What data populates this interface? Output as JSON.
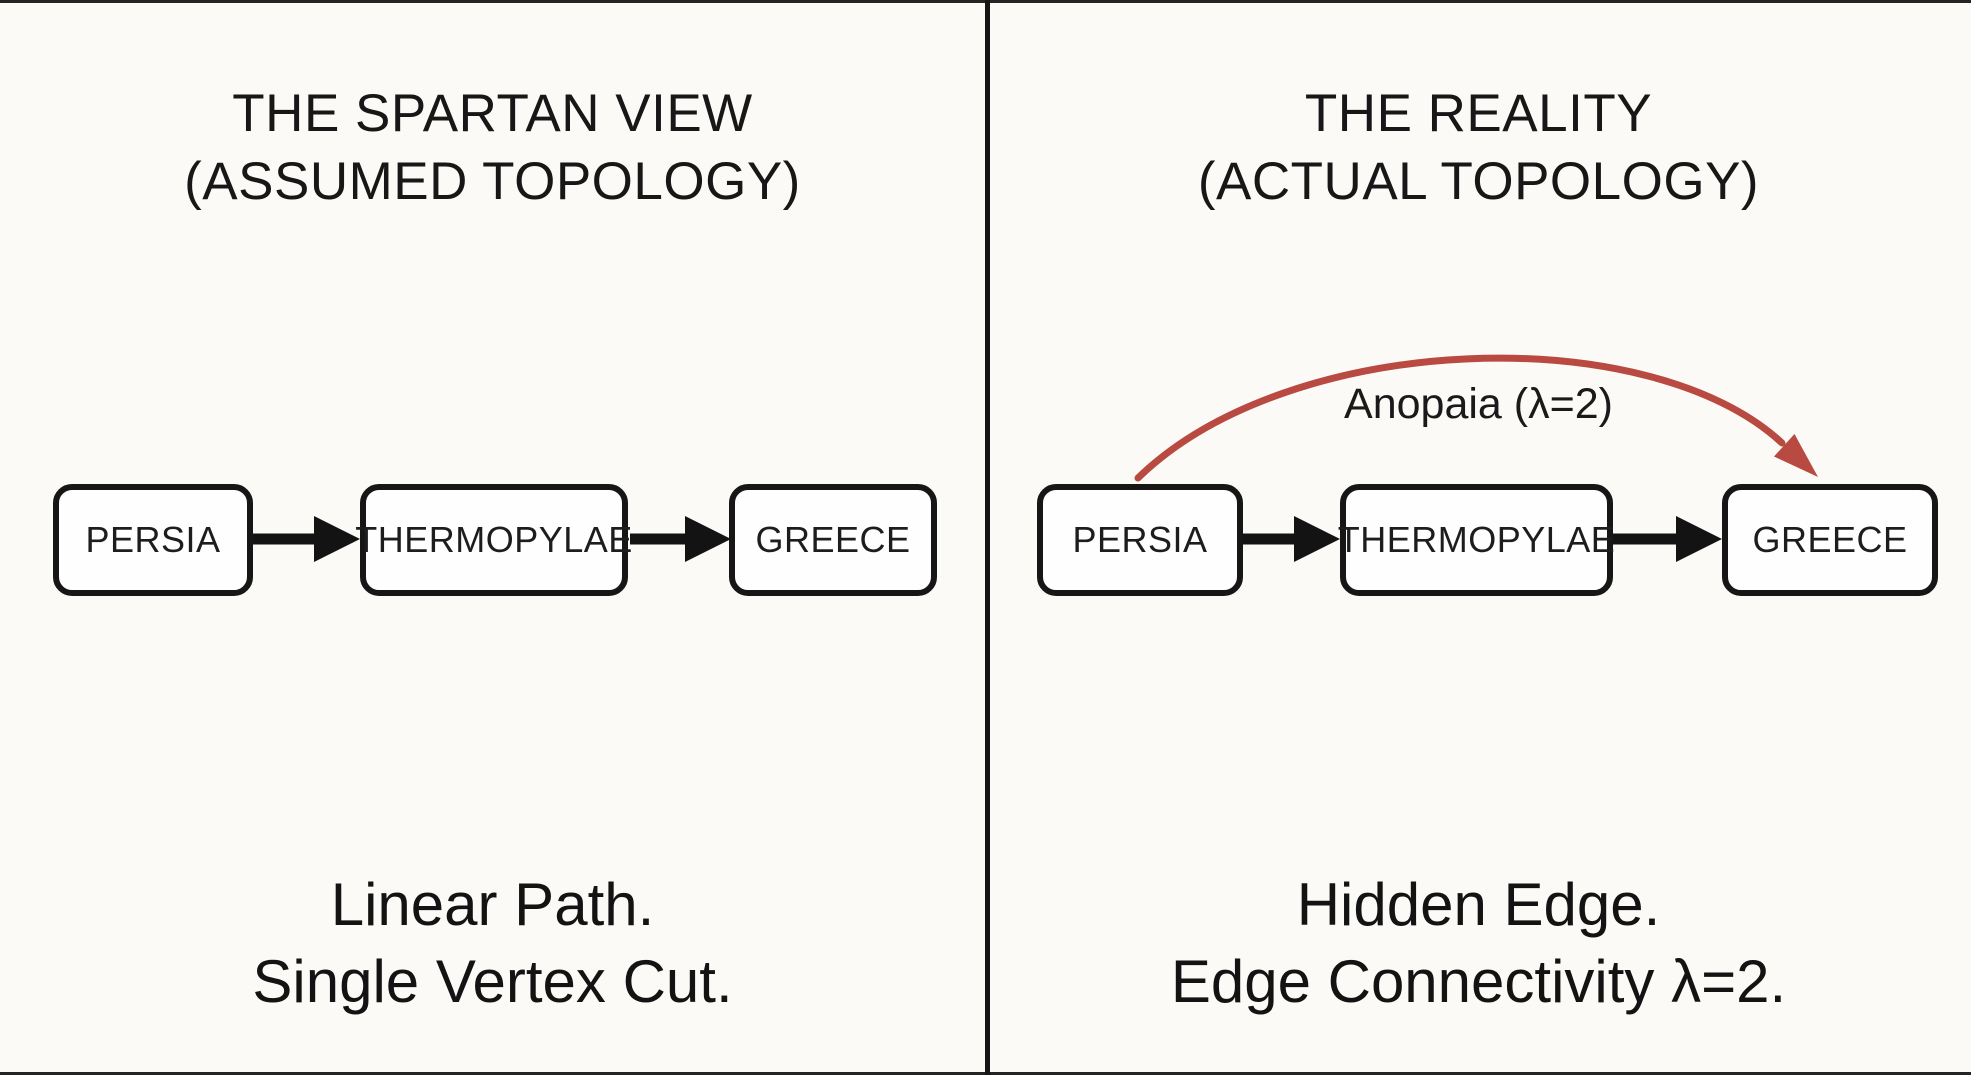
{
  "left_panel": {
    "title_line1": "THE SPARTAN VIEW",
    "title_line2": "(ASSUMED TOPOLOGY)",
    "nodes": [
      "PERSIA",
      "THERMOPYLAE",
      "GREECE"
    ],
    "caption_line1": "Linear Path.",
    "caption_line2": "Single Vertex Cut."
  },
  "right_panel": {
    "title_line1": "THE REALITY",
    "title_line2": "(ACTUAL TOPOLOGY)",
    "nodes": [
      "PERSIA",
      "THERMOPYLAE",
      "GREECE"
    ],
    "hidden_edge_label": "Anopaia (λ=2)",
    "caption_line1": "Hidden Edge.",
    "caption_line2": "Edge Connectivity λ=2."
  },
  "colors": {
    "background": "#fbfaf7",
    "ink": "#161616",
    "hidden_edge_red": "#b84a42"
  }
}
